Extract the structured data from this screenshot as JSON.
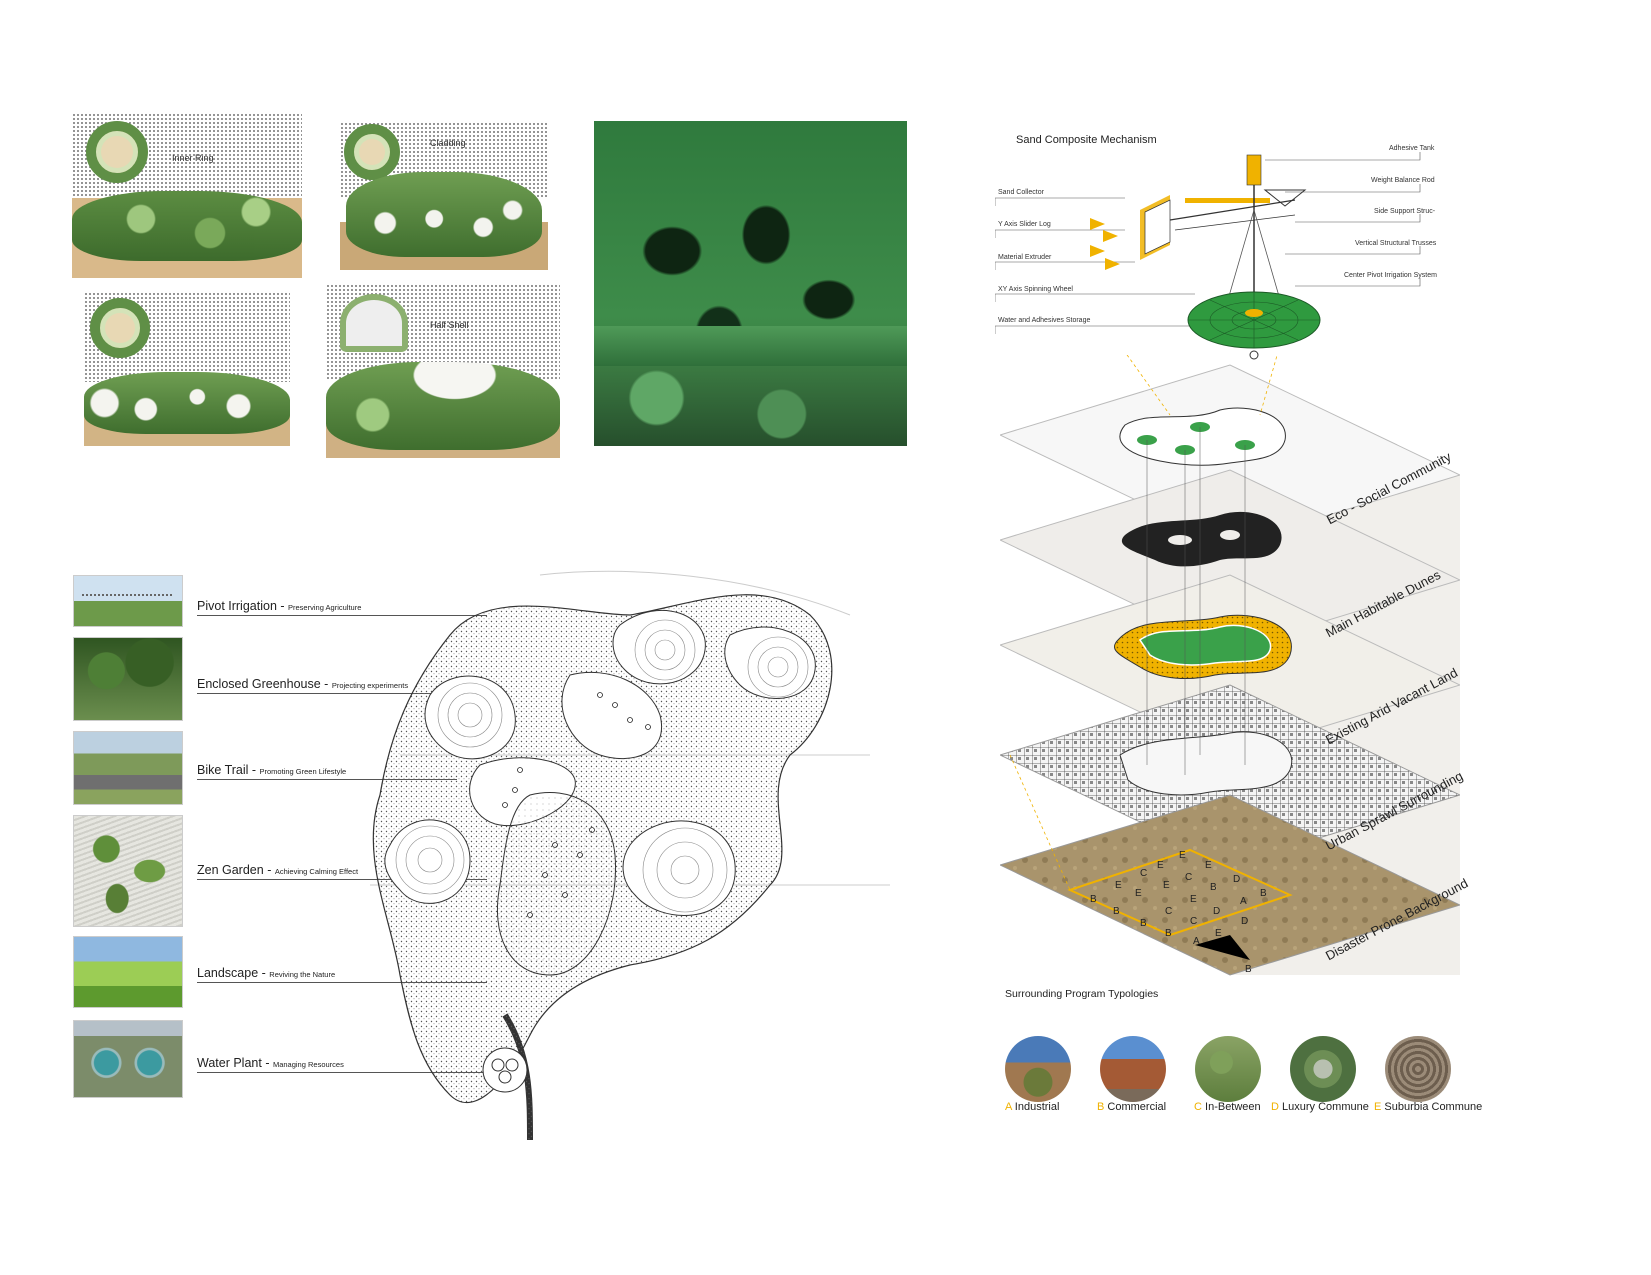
{
  "models": {
    "m1": {
      "label": "Inner Ring"
    },
    "m2": {
      "label": "Cladding"
    },
    "m4": {
      "label": "Half Shell"
    }
  },
  "legend": [
    {
      "title": "Pivot Irrigation",
      "subtitle": "Preserving Agriculture",
      "icon": "pivot-irrigation-photo"
    },
    {
      "title": "Enclosed Greenhouse",
      "subtitle": "Projecting experiments",
      "icon": "greenhouse-photo"
    },
    {
      "title": "Bike Trail",
      "subtitle": "Promoting Green Lifestyle",
      "icon": "bike-trail-photo"
    },
    {
      "title": "Zen Garden",
      "subtitle": "Achieving Calming Effect",
      "icon": "zen-garden-photo"
    },
    {
      "title": "Landscape",
      "subtitle": "Reviving the Nature",
      "icon": "landscape-photo"
    },
    {
      "title": "Water Plant",
      "subtitle": "Managing Resources",
      "icon": "water-plant-photo"
    }
  ],
  "mechanism": {
    "title": "Sand Composite Mechanism",
    "left_labels": [
      "Sand Collector",
      "Y Axis Slider Log",
      "Material Extruder",
      "XY Axis Spinning Wheel",
      "Water and Adhesives Storage"
    ],
    "right_labels": [
      "Adhesive Tank",
      "Weight Balance Rod",
      "Side Support Struc-",
      "Vertical Structural Trusses",
      "Center Pivot Irrigation System"
    ]
  },
  "layers": [
    "Eco - Social Community",
    "Main Habitable Dunes",
    "Existing Arid Vacant Land",
    "Urban Sprawl Surrounding",
    "Disaster Prone Background"
  ],
  "grid_letters": [
    "E",
    "E",
    "C",
    "E",
    "E",
    "C",
    "B",
    "D",
    "B",
    "E",
    "E",
    "E",
    "A",
    "B",
    "C",
    "D",
    "B",
    "B",
    "C",
    "E",
    "D",
    "A",
    "B",
    "A",
    "B"
  ],
  "typologies": {
    "title": "Surrounding Program Typologies",
    "items": [
      {
        "letter": "A",
        "label": "Industrial"
      },
      {
        "letter": "B",
        "label": "Commercial"
      },
      {
        "letter": "C",
        "label": "In-Between"
      },
      {
        "letter": "D",
        "label": "Luxury Commune"
      },
      {
        "letter": "E",
        "label": "Suburbia Commune"
      }
    ]
  },
  "colors": {
    "accent_yellow": "#f0b200",
    "model_green": "#4f8a3a",
    "dune_green": "#3aa14a"
  }
}
